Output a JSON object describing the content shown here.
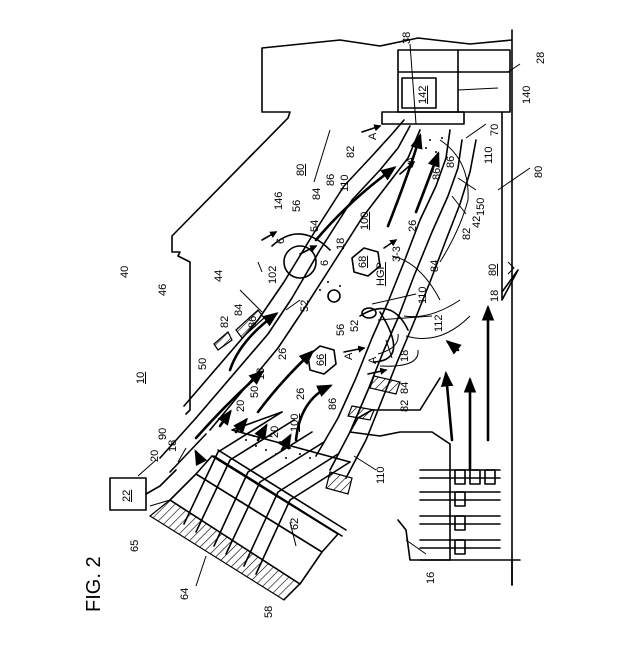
{
  "figure": {
    "title": "FIG. 2"
  },
  "labels": [
    {
      "id": "r10",
      "text": "10",
      "underline": true
    },
    {
      "id": "r16",
      "text": "16"
    },
    {
      "id": "r18a",
      "text": "18"
    },
    {
      "id": "r18b",
      "text": "18"
    },
    {
      "id": "r18c",
      "text": "18"
    },
    {
      "id": "r18d",
      "text": "18"
    },
    {
      "id": "r18e",
      "text": "18"
    },
    {
      "id": "r20a",
      "text": "20"
    },
    {
      "id": "r20b",
      "text": "20"
    },
    {
      "id": "r20c",
      "text": "20"
    },
    {
      "id": "r22",
      "text": "22",
      "underline": true
    },
    {
      "id": "r26a",
      "text": "26"
    },
    {
      "id": "r26b",
      "text": "26"
    },
    {
      "id": "r26c",
      "text": "26"
    },
    {
      "id": "r28",
      "text": "28"
    },
    {
      "id": "r38",
      "text": "38"
    },
    {
      "id": "r40",
      "text": "40"
    },
    {
      "id": "r42",
      "text": "42"
    },
    {
      "id": "r44",
      "text": "44"
    },
    {
      "id": "r46",
      "text": "46"
    },
    {
      "id": "r50a",
      "text": "50"
    },
    {
      "id": "r50b",
      "text": "50"
    },
    {
      "id": "r52a",
      "text": "52"
    },
    {
      "id": "r52b",
      "text": "52"
    },
    {
      "id": "r54",
      "text": "54"
    },
    {
      "id": "r56a",
      "text": "56"
    },
    {
      "id": "r56b",
      "text": "56"
    },
    {
      "id": "r58",
      "text": "58"
    },
    {
      "id": "r62",
      "text": "62"
    },
    {
      "id": "r64",
      "text": "64"
    },
    {
      "id": "r65",
      "text": "65"
    },
    {
      "id": "r66",
      "text": "66",
      "underline": true
    },
    {
      "id": "r68",
      "text": "68",
      "underline": true
    },
    {
      "id": "rHGP",
      "text": "HGP",
      "underline": true
    },
    {
      "id": "r70",
      "text": "70"
    },
    {
      "id": "r80a",
      "text": "80",
      "underline": true
    },
    {
      "id": "r80b",
      "text": "80"
    },
    {
      "id": "r80c",
      "text": "80",
      "underline": true
    },
    {
      "id": "r82a",
      "text": "82"
    },
    {
      "id": "r82b",
      "text": "82"
    },
    {
      "id": "r82c",
      "text": "82"
    },
    {
      "id": "r82d",
      "text": "82"
    },
    {
      "id": "r84a",
      "text": "84"
    },
    {
      "id": "r84b",
      "text": "84"
    },
    {
      "id": "r84c",
      "text": "84"
    },
    {
      "id": "r84d",
      "text": "84"
    },
    {
      "id": "r86a",
      "text": "86"
    },
    {
      "id": "r86b",
      "text": "86"
    },
    {
      "id": "r86c",
      "text": "86"
    },
    {
      "id": "r86d",
      "text": "86"
    },
    {
      "id": "r86e",
      "text": "86"
    },
    {
      "id": "r90",
      "text": "90"
    },
    {
      "id": "r100a",
      "text": "100",
      "underline": true
    },
    {
      "id": "r100b",
      "text": "100",
      "underline": true
    },
    {
      "id": "r102",
      "text": "102"
    },
    {
      "id": "r110a",
      "text": "110"
    },
    {
      "id": "r110b",
      "text": "110"
    },
    {
      "id": "r110c",
      "text": "110"
    },
    {
      "id": "r110d",
      "text": "110"
    },
    {
      "id": "r112",
      "text": "112"
    },
    {
      "id": "r140",
      "text": "140"
    },
    {
      "id": "r142",
      "text": "142",
      "underline": true
    },
    {
      "id": "r146",
      "text": "146"
    },
    {
      "id": "r150",
      "text": "150"
    },
    {
      "id": "rA1",
      "text": "A"
    },
    {
      "id": "rA2",
      "text": "A"
    },
    {
      "id": "rA3",
      "text": "A"
    },
    {
      "id": "rA4",
      "text": "A"
    },
    {
      "id": "r6a",
      "text": "6"
    },
    {
      "id": "r6b",
      "text": "6"
    },
    {
      "id": "r33",
      "text": "3-3"
    }
  ]
}
